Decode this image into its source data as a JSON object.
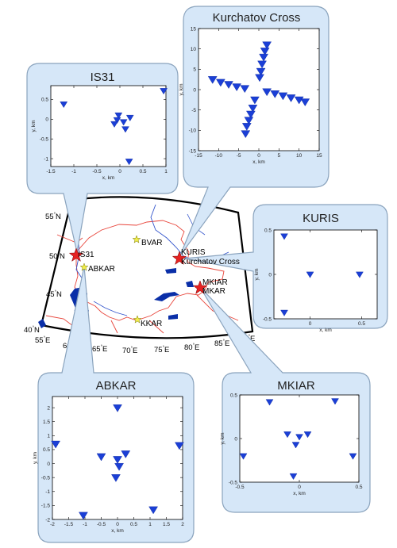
{
  "map": {
    "grid_labels": [
      {
        "text": "55",
        "sup": "°",
        "hemi": "N",
        "kind": "lat"
      },
      {
        "text": "50",
        "sup": "°",
        "hemi": "N",
        "kind": "lat"
      },
      {
        "text": "45",
        "sup": "°",
        "hemi": "N",
        "kind": "lat"
      },
      {
        "text": "40",
        "sup": "°",
        "hemi": "N",
        "kind": "lat"
      },
      {
        "text": "55",
        "sup": "°",
        "hemi": "E",
        "kind": "lon"
      },
      {
        "text": "60",
        "sup": "°",
        "hemi": "E",
        "kind": "lon"
      },
      {
        "text": "65",
        "sup": "°",
        "hemi": "E",
        "kind": "lon"
      },
      {
        "text": "70",
        "sup": "°",
        "hemi": "E",
        "kind": "lon"
      },
      {
        "text": "75",
        "sup": "°",
        "hemi": "E",
        "kind": "lon"
      },
      {
        "text": "80",
        "sup": "°",
        "hemi": "E",
        "kind": "lon"
      },
      {
        "text": "85",
        "sup": "°",
        "hemi": "E",
        "kind": "lon"
      },
      {
        "text": "90",
        "sup": "°",
        "hemi": "E",
        "kind": "lon"
      }
    ],
    "stations": [
      {
        "label": "IS31",
        "marker": "red-star"
      },
      {
        "label": "ABKAR",
        "marker": "yellow-star"
      },
      {
        "label": "BVAR",
        "marker": "yellow-star"
      },
      {
        "label": "KURIS",
        "marker": "red-star"
      },
      {
        "label": "Kurchatov Cross",
        "marker": "red-star"
      },
      {
        "label": "MKIAR",
        "marker": "red-star"
      },
      {
        "label": "MKAR",
        "marker": "red-star"
      },
      {
        "label": "KKAR",
        "marker": "yellow-star"
      }
    ],
    "colors": {
      "border": "#e8443a",
      "rivers": "#3355cc",
      "lakes": "#0a2fa8",
      "callout_fill": "#d6e7f8",
      "callout_edge": "#8aa3bd",
      "marker": "#1b3fd6",
      "star_red": "#e52222",
      "star_yellow": "#f2ee4a"
    }
  },
  "insets": [
    {
      "title": "IS31",
      "xlabel": "x, km",
      "ylabel": "y, km",
      "xticks": [
        "-1.5",
        "-1",
        "-0.5",
        "0",
        "0.5",
        "1"
      ],
      "xtick_vals": [
        -1.5,
        -1,
        -0.5,
        0,
        0.5,
        1
      ],
      "yticks": [
        "-1",
        "-0.5",
        "0",
        "0.5"
      ],
      "ytick_vals": [
        -1,
        -0.5,
        0,
        0.5
      ],
      "xlim": [
        -1.5,
        1
      ],
      "ylim": [
        -1.2,
        0.85
      ],
      "points": [
        [
          -1.22,
          0.38
        ],
        [
          0.95,
          0.72
        ],
        [
          -0.03,
          0.1
        ],
        [
          0.22,
          0.04
        ],
        [
          -0.06,
          -0.02
        ],
        [
          0.08,
          -0.07
        ],
        [
          -0.12,
          -0.12
        ],
        [
          0.12,
          -0.25
        ],
        [
          0.2,
          -1.07
        ]
      ]
    },
    {
      "title": "Kurchatov Cross",
      "xlabel": "x, km",
      "ylabel": "y, km",
      "xticks": [
        "-15",
        "-10",
        "-5",
        "0",
        "5",
        "10",
        "15"
      ],
      "xtick_vals": [
        -15,
        -10,
        -5,
        0,
        5,
        10,
        15
      ],
      "yticks": [
        "-15",
        "-10",
        "-5",
        "0",
        "5",
        "10",
        "15"
      ],
      "ytick_vals": [
        -15,
        -10,
        -5,
        0,
        5,
        10,
        15
      ],
      "xlim": [
        -15,
        15
      ],
      "ylim": [
        -15,
        15
      ],
      "points": [
        [
          2,
          11
        ],
        [
          1.5,
          9.5
        ],
        [
          1.2,
          8
        ],
        [
          0.8,
          6.3
        ],
        [
          0.5,
          4.5
        ],
        [
          0.2,
          3
        ],
        [
          -11.5,
          2.5
        ],
        [
          -9.5,
          1.8
        ],
        [
          -7.5,
          1.3
        ],
        [
          -5.5,
          0.7
        ],
        [
          -3.5,
          0.3
        ],
        [
          2,
          -0.5
        ],
        [
          4,
          -1
        ],
        [
          6,
          -1.5
        ],
        [
          8,
          -2
        ],
        [
          10,
          -2.5
        ],
        [
          11.5,
          -3
        ],
        [
          -1,
          -2.5
        ],
        [
          -1.5,
          -4.5
        ],
        [
          -2,
          -6
        ],
        [
          -2.5,
          -7.5
        ],
        [
          -3,
          -9
        ],
        [
          -3.3,
          -10.8
        ]
      ]
    },
    {
      "title": "KURIS",
      "xlabel": "x, km",
      "ylabel": "y, km",
      "xticks": [
        "0",
        "0.5"
      ],
      "xtick_vals": [
        0,
        0.5
      ],
      "yticks": [
        "-0.5",
        "0",
        "0.5"
      ],
      "ytick_vals": [
        -0.5,
        0,
        0.5
      ],
      "xlim": [
        -0.35,
        0.65
      ],
      "ylim": [
        -0.5,
        0.5
      ],
      "points": [
        [
          -0.25,
          0.43
        ],
        [
          0,
          0
        ],
        [
          0.48,
          0
        ],
        [
          -0.25,
          -0.43
        ]
      ]
    },
    {
      "title": "ABKAR",
      "xlabel": "x, km",
      "ylabel": "y, km",
      "xticks": [
        "-2",
        "-1.5",
        "-1",
        "-0.5",
        "0",
        "0.5",
        "1",
        "1.5",
        "2"
      ],
      "xtick_vals": [
        -2,
        -1.5,
        -1,
        -0.5,
        0,
        0.5,
        1,
        1.5,
        2
      ],
      "yticks": [
        "-2",
        "-1.5",
        "-1",
        "-0.5",
        "0",
        "0.5",
        "1",
        "1.5",
        "2"
      ],
      "ytick_vals": [
        -2,
        -1.5,
        -1,
        -0.5,
        0,
        0.5,
        1,
        1.5,
        2
      ],
      "xlim": [
        -2,
        2
      ],
      "ylim": [
        -2,
        2.4
      ],
      "points": [
        [
          0,
          2.0
        ],
        [
          -1.9,
          0.7
        ],
        [
          1.9,
          0.65
        ],
        [
          -0.5,
          0.25
        ],
        [
          0.25,
          0.35
        ],
        [
          0,
          0.15
        ],
        [
          0.05,
          -0.1
        ],
        [
          -0.05,
          -0.5
        ],
        [
          -1.05,
          -1.85
        ],
        [
          1.1,
          -1.65
        ]
      ]
    },
    {
      "title": "MKIAR",
      "xlabel": "x, km",
      "ylabel": "y, km",
      "xticks": [
        "-0.5",
        "0",
        "0.5"
      ],
      "xtick_vals": [
        -0.5,
        0,
        0.5
      ],
      "yticks": [
        "-0.5",
        "0",
        "0.5"
      ],
      "ytick_vals": [
        -0.5,
        0,
        0.5
      ],
      "xlim": [
        -0.5,
        0.5
      ],
      "ylim": [
        -0.5,
        0.5
      ],
      "points": [
        [
          -0.25,
          0.42
        ],
        [
          0.3,
          0.43
        ],
        [
          -0.1,
          0.05
        ],
        [
          0,
          0.02
        ],
        [
          0.07,
          0.05
        ],
        [
          -0.03,
          -0.07
        ],
        [
          -0.47,
          -0.2
        ],
        [
          0.45,
          -0.2
        ],
        [
          -0.05,
          -0.43
        ]
      ]
    }
  ]
}
